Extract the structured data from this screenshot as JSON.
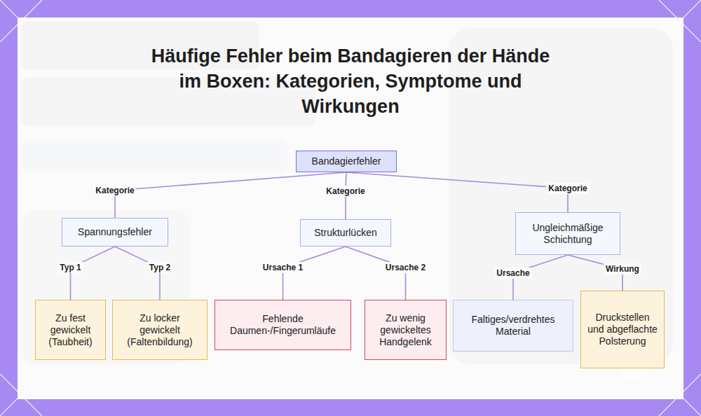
{
  "diagram": {
    "title": "Häufige Fehler beim Bandagieren der Hände im Boxen: Kategorien, Symptome und Wirkungen",
    "nodes": [
      {
        "text": [
          "Bandagierfehler"
        ]
      },
      {
        "text": [
          "Spannungsfehler"
        ]
      },
      {
        "text": [
          "Strukturlücken"
        ]
      },
      {
        "text": [
          "Ungleichmäßige Schichtung"
        ]
      },
      {
        "text": [
          "Zu fest gewickelt (Taubheit)"
        ]
      },
      {
        "text": [
          "Zu locker gewickelt (Faltenbildung)"
        ]
      },
      {
        "text": [
          "Fehlende Daumen-/Fingerumläufe"
        ]
      },
      {
        "text": [
          "Zu wenig gewickeltes Handgelenk"
        ]
      },
      {
        "text": [
          "Faltiges/verdrehtes Material"
        ]
      },
      {
        "text": [
          "Druckstellen und abgeflachte Polsterung"
        ]
      }
    ],
    "edges": [
      {
        "from": 0,
        "to": 1,
        "label": "Kategorie",
        "arrow": "none"
      },
      {
        "from": 0,
        "to": 2,
        "label": "Kategorie",
        "arrow": "none"
      },
      {
        "from": 0,
        "to": 3,
        "label": "Kategorie",
        "arrow": "none"
      },
      {
        "from": 1,
        "to": 4,
        "label": "Typ 1",
        "arrow": "none"
      },
      {
        "from": 1,
        "to": 5,
        "label": "Typ 2",
        "arrow": "none"
      },
      {
        "from": 2,
        "to": 6,
        "label": "Ursache 1",
        "arrow": "none"
      },
      {
        "from": 2,
        "to": 7,
        "label": "Ursache 2",
        "arrow": "none"
      },
      {
        "from": 3,
        "to": 8,
        "label": "Ursache",
        "arrow": "none"
      },
      {
        "from": 3,
        "to": 9,
        "label": "Wirkung",
        "arrow": "none"
      }
    ]
  }
}
